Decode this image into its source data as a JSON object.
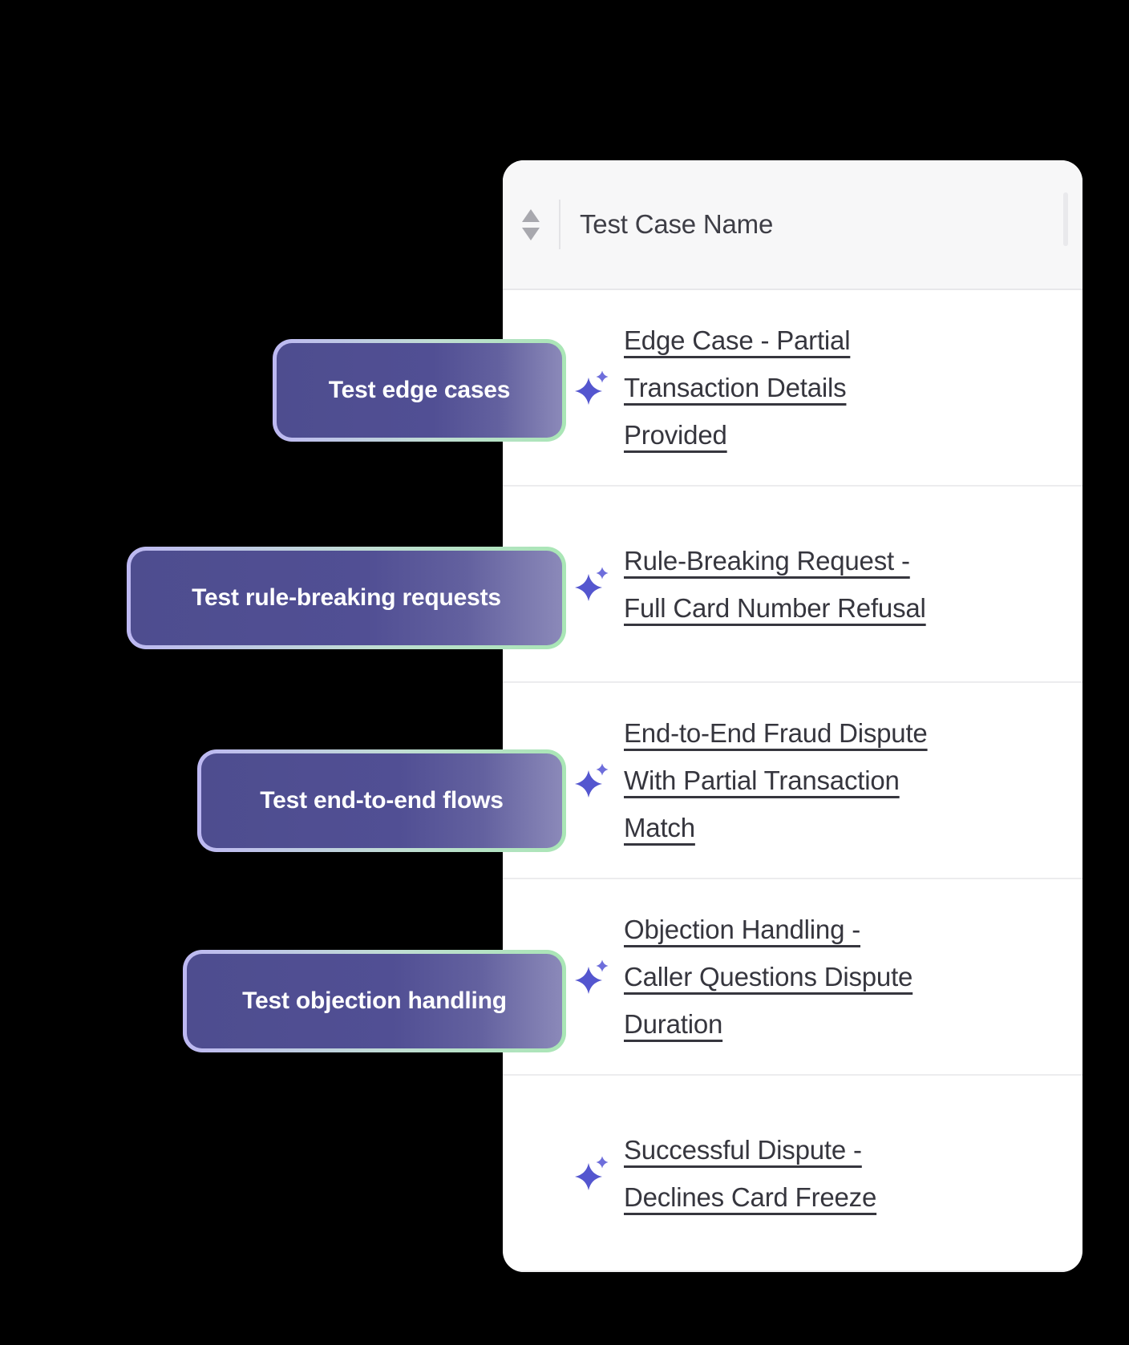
{
  "table": {
    "header": {
      "column_label": "Test Case Name",
      "sort_icon": "sort-updown-icon"
    },
    "rows": [
      {
        "icon": "sparkles-icon",
        "name": "Edge Case - Partial\nTransaction Details\nProvided"
      },
      {
        "icon": "sparkles-icon",
        "name": "Rule-Breaking Request -\nFull Card Number Refusal"
      },
      {
        "icon": "sparkles-icon",
        "name": "End-to-End Fraud Dispute\nWith Partial Transaction\nMatch"
      },
      {
        "icon": "sparkles-icon",
        "name": "Objection Handling -\nCaller Questions Dispute\nDuration"
      },
      {
        "icon": "sparkles-icon",
        "name": "Successful Dispute -\nDeclines Card Freeze"
      }
    ]
  },
  "annotations": [
    {
      "label": "Test edge cases"
    },
    {
      "label": "Test rule-breaking requests"
    },
    {
      "label": "Test end-to-end flows"
    },
    {
      "label": "Test objection handling"
    }
  ],
  "colors": {
    "page_background": "#000000",
    "panel_background": "#ffffff",
    "header_background": "#f7f7f8",
    "row_divider": "#ececee",
    "link_text": "#36363e",
    "sparkle_large": "#5456cf",
    "sparkle_small": "#6e6edb",
    "button_fill_left": "#4e4d8f",
    "button_fill_right": "#8b89b9",
    "button_border_left": "#bdb8f2",
    "button_border_right": "#a9e6b5",
    "button_text": "#ffffff"
  }
}
